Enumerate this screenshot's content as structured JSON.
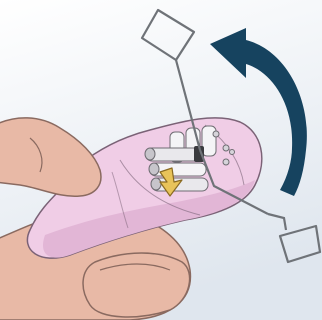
{
  "illustration": {
    "subject": "lock-picking-with-tension-wrench-and-pick",
    "colors": {
      "background_top": "#ffffff",
      "background_bottom": "#dfe6ee",
      "hand_skin": "#e8b9a6",
      "hand_skin_shadow": "#d49e8a",
      "hand_outline": "#8a6a60",
      "lock_body": "#f0cde6",
      "lock_body_shadow": "#e2b6d6",
      "lock_outline": "#7a6276",
      "pins_light": "#f4f4f6",
      "pins_shadow": "#a9a7ad",
      "pick_metal": "#6f7378",
      "rotation_arrow": "#16435f",
      "direction_arrow": "#e8c35a",
      "direction_arrow_outline": "#8a6a22"
    },
    "icons": {
      "rotation_arrow": "curved-arrow-clockwise",
      "direction_arrow": "down-left-arrow"
    }
  }
}
